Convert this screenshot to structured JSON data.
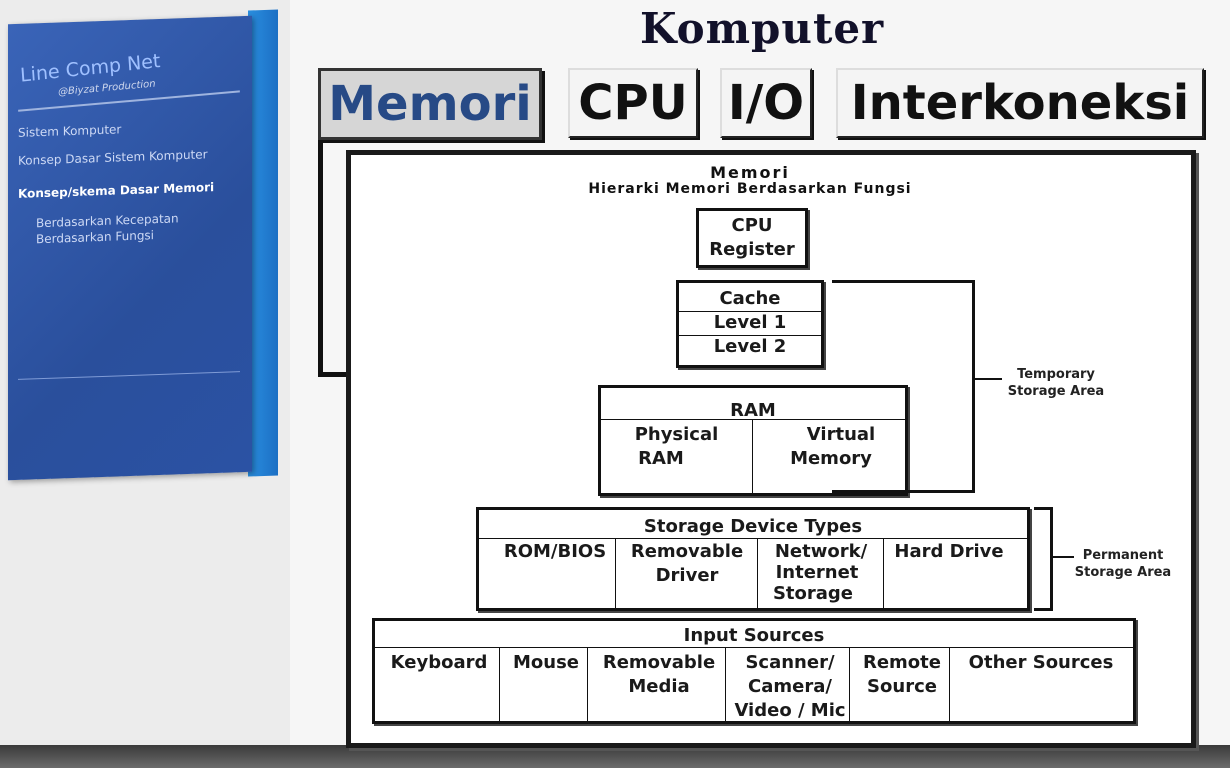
{
  "sidebar": {
    "brand": "Line Comp Net",
    "byline": "@Biyzat Production",
    "items": [
      {
        "label": "Sistem Komputer"
      },
      {
        "label": "Konsep Dasar Sistem Komputer"
      },
      {
        "label": "Konsep/skema Dasar Memori"
      },
      {
        "label": "Berdasarkan Kecepatan"
      },
      {
        "label": "Berdasarkan Fungsi"
      }
    ]
  },
  "header": {
    "title": "Komputer",
    "tabs": [
      {
        "label": "Memori",
        "active": true
      },
      {
        "label": "CPU"
      },
      {
        "label": "I/O"
      },
      {
        "label": "Interkoneksi"
      }
    ]
  },
  "diagram": {
    "heading": "Memori",
    "subheading": "Hierarki Memori Berdasarkan Fungsi",
    "cpu": {
      "line1": "CPU",
      "line2": "Register"
    },
    "cache": {
      "title": "Cache",
      "level1": "Level 1",
      "level2": "Level 2"
    },
    "ram": {
      "title": "RAM",
      "col1a": "Physical",
      "col1b": "RAM",
      "col2a": "Virtual",
      "col2b": "Memory"
    },
    "storage": {
      "title": "Storage Device Types",
      "rom": "ROM/BIOS",
      "removable_a": "Removable",
      "removable_b": "Driver",
      "network_a": "Network/",
      "network_b": "Internet",
      "network_c": "Storage",
      "hard": "Hard Drive"
    },
    "input": {
      "title": "Input Sources",
      "keyboard": "Keyboard",
      "mouse": "Mouse",
      "media_a": "Removable",
      "media_b": "Media",
      "scanner_a": "Scanner/",
      "scanner_b": "Camera/",
      "scanner_c": "Video / Mic",
      "remote_a": "Remote",
      "remote_b": "Source",
      "other": "Other Sources"
    },
    "temporary_a": "Temporary",
    "temporary_b": "Storage Area",
    "permanent_a": "Permanent",
    "permanent_b": "Storage Area"
  }
}
